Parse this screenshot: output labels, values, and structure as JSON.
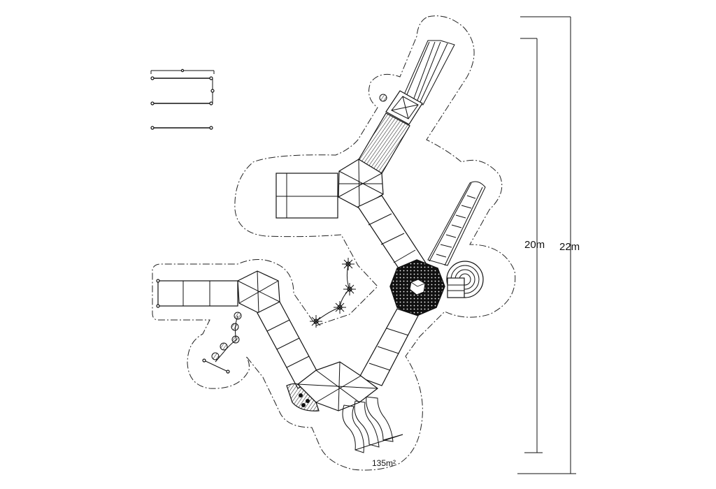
{
  "dimensions": {
    "inner_height": "20m",
    "outer_height": "22m"
  },
  "area": "135m²"
}
